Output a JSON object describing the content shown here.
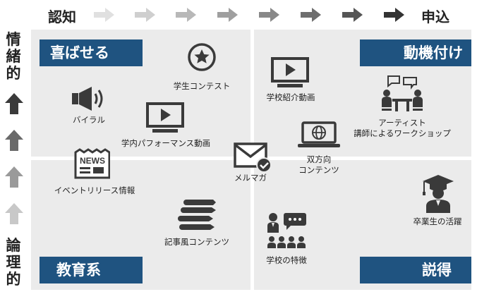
{
  "axes": {
    "x_start": "認知",
    "x_end": "申込",
    "y_top": [
      "情",
      "緒",
      "的"
    ],
    "y_bottom": [
      "論",
      "理",
      "的"
    ]
  },
  "quadrants": {
    "top_left": "喜ばせる",
    "top_right": "動機付け",
    "bottom_left": "教育系",
    "bottom_right": "説得"
  },
  "items": {
    "contest": "学生コンテスト",
    "viral": "バイラル",
    "nai_video": "学内パフォーマンス動画",
    "event_release": "イベントリリース情報",
    "article": "記事風コンテンツ",
    "school_video": "学校紹介動画",
    "workshop_line1": "アーティスト",
    "workshop_line2": "講師によるワークショップ",
    "mailmag": "メルマガ",
    "bidirectional_line1": "双方向",
    "bidirectional_line2": "コンテンツ",
    "alumni": "卒業生の活躍",
    "features": "学校の特徴"
  },
  "icons": {
    "news_text": "NEWS"
  },
  "colors": {
    "banner": "#1f5380",
    "icon": "#3a3a3a",
    "arrow_light": "#d4d4d4",
    "arrow_dark": "#333333"
  }
}
